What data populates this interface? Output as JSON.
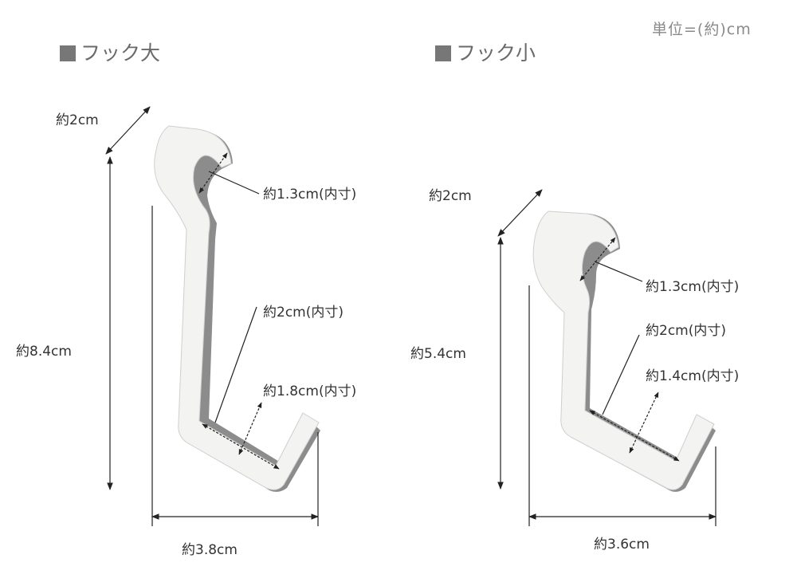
{
  "unit_note": "単位=(約)cm",
  "hook_large": {
    "title": "フック大",
    "width_top": "約2cm",
    "height": "約8.4cm",
    "inner_top": "約1.3cm(内寸)",
    "inner_mid": "約2cm(内寸)",
    "inner_bottom": "約1.8cm(内寸)",
    "width_bottom": "約3.8cm"
  },
  "hook_small": {
    "title": "フック小",
    "width_top": "約2cm",
    "height": "約5.4cm",
    "inner_top": "約1.3cm(内寸)",
    "inner_mid": "約2cm(内寸)",
    "inner_bottom": "約1.4cm(内寸)",
    "width_bottom": "約3.6cm"
  }
}
